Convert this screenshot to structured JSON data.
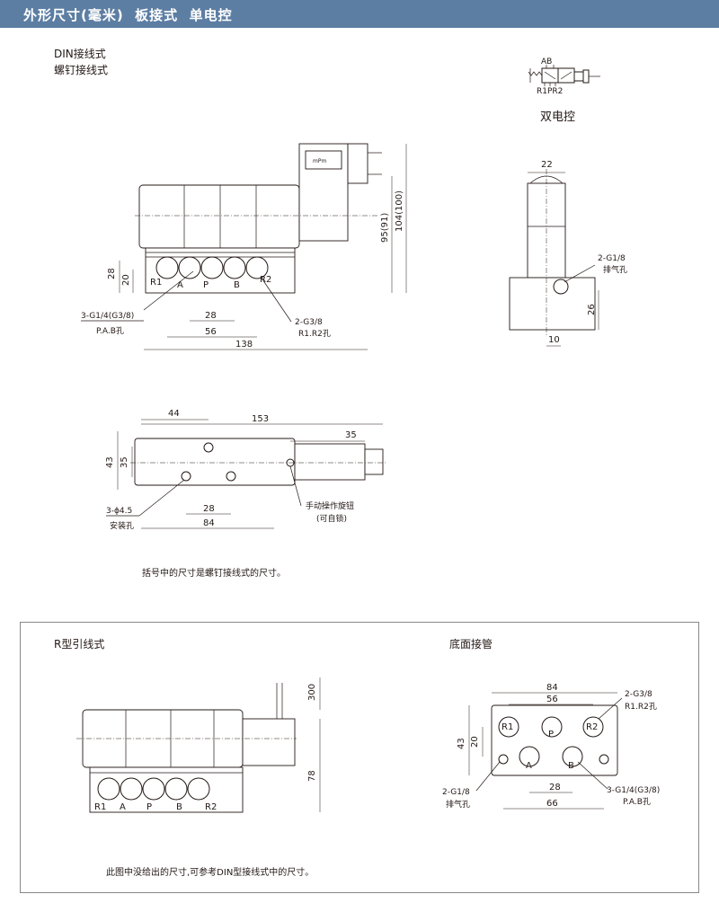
{
  "header": {
    "title": "外形尺寸(毫米)  板接式  单电控"
  },
  "section_top": {
    "label_din": "DIN接线式",
    "label_screw": "螺钉接线式",
    "symbol_caption": "双电控",
    "symbol_top_ports": "AB",
    "symbol_bottom_ports": "R1PR2",
    "note": "括号中的尺寸是螺钉接线式的尺寸。"
  },
  "front_view": {
    "port_labels": [
      "R1",
      "A",
      "P",
      "B",
      "R2"
    ],
    "dims": {
      "h28": "28",
      "h20": "20",
      "w28": "28",
      "w56": "56",
      "w138": "138",
      "h95": "95(91)",
      "h104": "104(100)"
    },
    "callout_left": [
      "3-G1/4(G3/8)",
      "P.A.B孔"
    ],
    "callout_right": [
      "2-G3/8",
      "R1.R2孔"
    ],
    "coil_mark": "mPm"
  },
  "side_view": {
    "dims": {
      "w22": "22",
      "h26": "26",
      "w10": "10"
    },
    "callout": [
      "2-G1/8",
      "排气孔"
    ]
  },
  "top_view": {
    "dims": {
      "w44": "44",
      "w153": "153",
      "w35": "35",
      "h43": "43",
      "h35": "35",
      "w28": "28",
      "w84": "84"
    },
    "callout_holes": [
      "3-ϕ4.5",
      "安装孔"
    ],
    "callout_knob": [
      "手动操作旋钮",
      "(可自锁)"
    ]
  },
  "section_bottom": {
    "title_r": "R型引线式",
    "title_base": "底面接管",
    "note": "此图中没给出的尺寸,可参考DIN型接线式中的尺寸。",
    "r_view": {
      "port_labels": [
        "R1",
        "A",
        "P",
        "B",
        "R2"
      ],
      "dims": {
        "h300": "300",
        "h78": "78"
      }
    },
    "base_view": {
      "port_labels": [
        "R1",
        "P",
        "R2",
        "A",
        "B"
      ],
      "dims": {
        "w84": "84",
        "w56": "56",
        "h43": "43",
        "h20": "20",
        "w28": "28",
        "w66": "66"
      },
      "callout_right": [
        "2-G3/8",
        "R1.R2孔"
      ],
      "callout_right2": [
        "3-G1/4(G3/8)",
        "P.A.B孔"
      ],
      "callout_left": [
        "2-G1/8",
        "排气孔"
      ]
    }
  }
}
